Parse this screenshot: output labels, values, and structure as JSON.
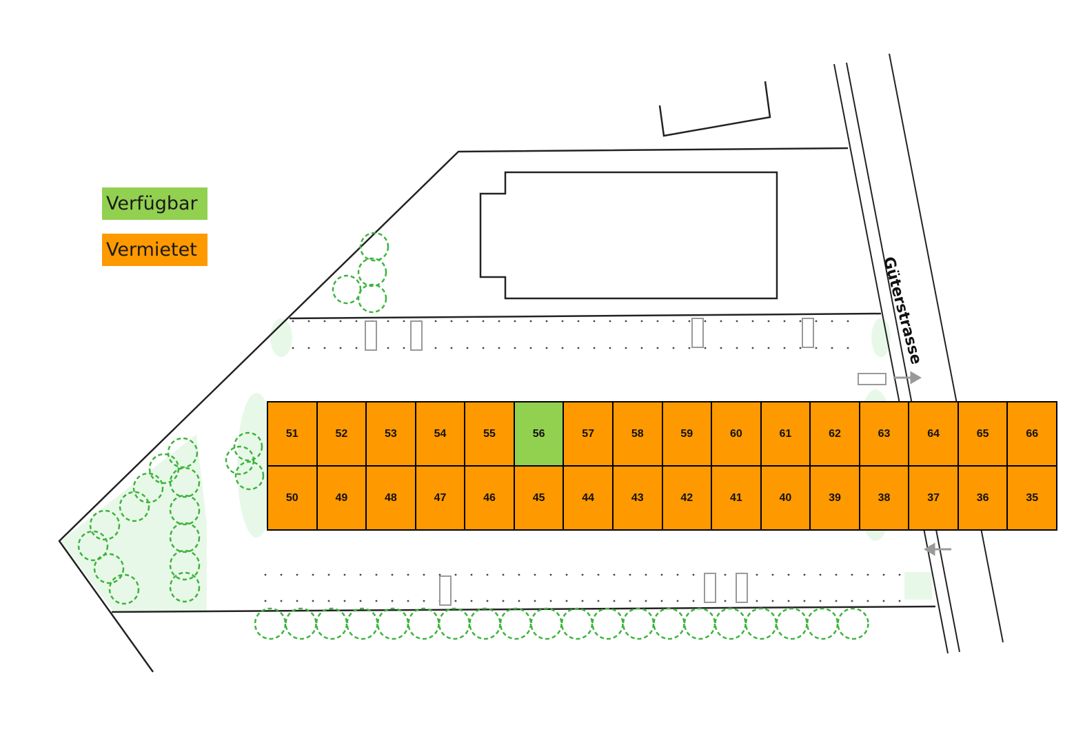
{
  "legend": {
    "available": {
      "label": "Verfügbar",
      "color": "#92d050"
    },
    "rented": {
      "label": "Vermietet",
      "color": "#ff9900"
    }
  },
  "street": {
    "name": "Güterstrasse"
  },
  "spaces": {
    "top_row": [
      {
        "number": "51",
        "status": "rented"
      },
      {
        "number": "52",
        "status": "rented"
      },
      {
        "number": "53",
        "status": "rented"
      },
      {
        "number": "54",
        "status": "rented"
      },
      {
        "number": "55",
        "status": "rented"
      },
      {
        "number": "56",
        "status": "available"
      },
      {
        "number": "57",
        "status": "rented"
      },
      {
        "number": "58",
        "status": "rented"
      },
      {
        "number": "59",
        "status": "rented"
      },
      {
        "number": "60",
        "status": "rented"
      },
      {
        "number": "61",
        "status": "rented"
      },
      {
        "number": "62",
        "status": "rented"
      },
      {
        "number": "63",
        "status": "rented"
      },
      {
        "number": "64",
        "status": "rented"
      },
      {
        "number": "65",
        "status": "rented"
      },
      {
        "number": "66",
        "status": "rented"
      }
    ],
    "bottom_row": [
      {
        "number": "50",
        "status": "rented"
      },
      {
        "number": "49",
        "status": "rented"
      },
      {
        "number": "48",
        "status": "rented"
      },
      {
        "number": "47",
        "status": "rented"
      },
      {
        "number": "46",
        "status": "rented"
      },
      {
        "number": "45",
        "status": "rented"
      },
      {
        "number": "44",
        "status": "rented"
      },
      {
        "number": "43",
        "status": "rented"
      },
      {
        "number": "42",
        "status": "rented"
      },
      {
        "number": "41",
        "status": "rented"
      },
      {
        "number": "40",
        "status": "rented"
      },
      {
        "number": "39",
        "status": "rented"
      },
      {
        "number": "38",
        "status": "rented"
      },
      {
        "number": "37",
        "status": "rented"
      },
      {
        "number": "36",
        "status": "rented"
      },
      {
        "number": "35",
        "status": "rented"
      }
    ]
  }
}
